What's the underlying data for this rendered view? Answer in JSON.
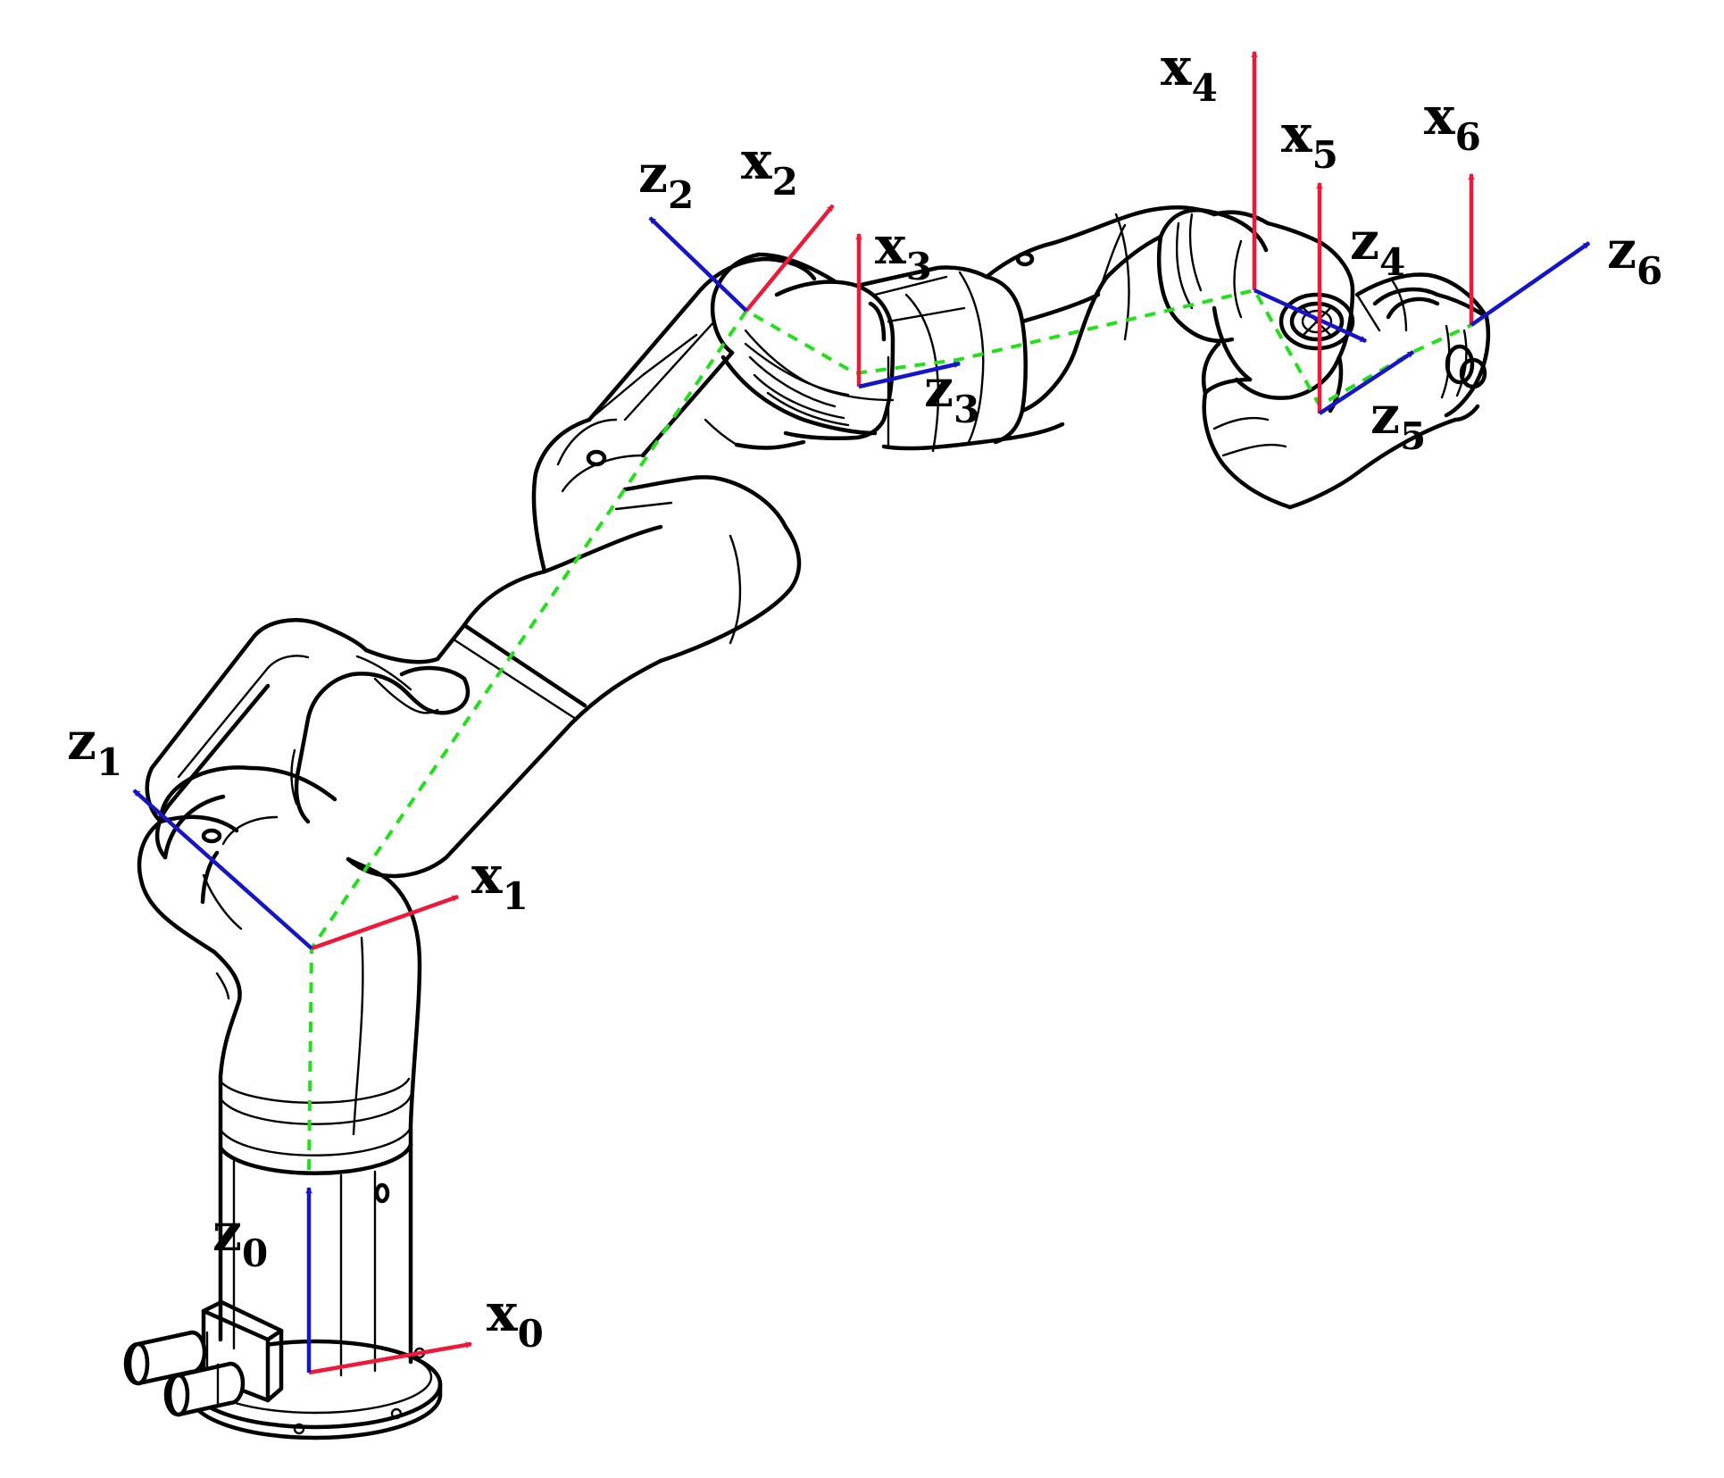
{
  "diagram": {
    "colors": {
      "x_axis": "#ee1838",
      "z_axis": "#1414c8",
      "kinematic_chain": "#22e01a",
      "outline": "#000000"
    },
    "frames": [
      {
        "id": "0",
        "x_label": "x",
        "x_sub": "0",
        "z_label": "z",
        "z_sub": "0"
      },
      {
        "id": "1",
        "x_label": "x",
        "x_sub": "1",
        "z_label": "z",
        "z_sub": "1"
      },
      {
        "id": "2",
        "x_label": "x",
        "x_sub": "2",
        "z_label": "z",
        "z_sub": "2"
      },
      {
        "id": "3",
        "x_label": "x",
        "x_sub": "3",
        "z_label": "z",
        "z_sub": "3"
      },
      {
        "id": "4",
        "x_label": "x",
        "x_sub": "4",
        "z_label": "z",
        "z_sub": "4"
      },
      {
        "id": "5",
        "x_label": "x",
        "x_sub": "5",
        "z_label": "z",
        "z_sub": "5"
      },
      {
        "id": "6",
        "x_label": "x",
        "x_sub": "6",
        "z_label": "z",
        "z_sub": "6"
      }
    ]
  }
}
